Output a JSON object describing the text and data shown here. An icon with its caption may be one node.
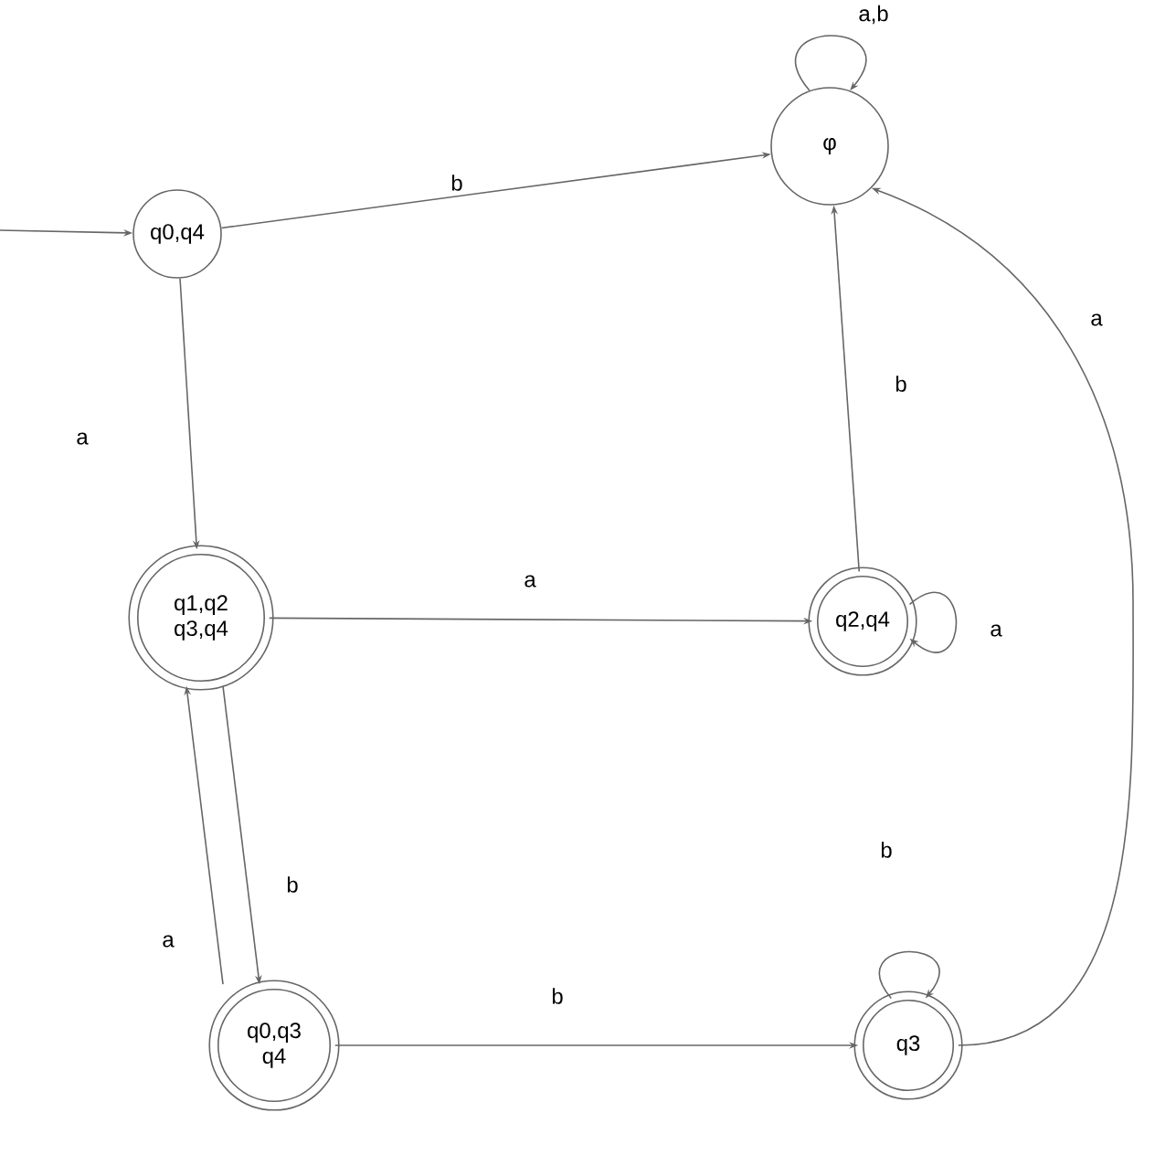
{
  "diagram": {
    "nodes": [
      {
        "text": [
          "q0,q4"
        ]
      },
      {
        "text": [
          "φ"
        ]
      },
      {
        "text": [
          "q1,q2 q3,q4"
        ]
      },
      {
        "text": [
          "q2,q4"
        ]
      },
      {
        "text": [
          "q0,q3 q4"
        ]
      },
      {
        "text": [
          "q3"
        ]
      }
    ],
    "edges": [
      {
        "from": null,
        "to": 0,
        "arrow": "to"
      },
      {
        "from": 0,
        "to": 1,
        "arrow": "to",
        "label": "b"
      },
      {
        "from": 0,
        "to": 2,
        "arrow": "to",
        "label": "a"
      },
      {
        "from": 1,
        "to": 1,
        "arrow": "to",
        "label": "a,b"
      },
      {
        "from": 2,
        "to": 3,
        "arrow": "to",
        "label": "a"
      },
      {
        "from": 3,
        "to": 3,
        "arrow": "to",
        "label": "a"
      },
      {
        "from": 3,
        "to": 1,
        "arrow": "to",
        "label": "b"
      },
      {
        "from": 2,
        "to": 4,
        "arrow": "to",
        "label": "b"
      },
      {
        "from": 4,
        "to": 2,
        "arrow": "to",
        "label": "a"
      },
      {
        "from": 4,
        "to": 5,
        "arrow": "to",
        "label": "b"
      },
      {
        "from": 5,
        "to": 5,
        "arrow": "to",
        "label": "b"
      },
      {
        "from": 5,
        "to": 1,
        "arrow": "to",
        "label": "a"
      }
    ]
  }
}
